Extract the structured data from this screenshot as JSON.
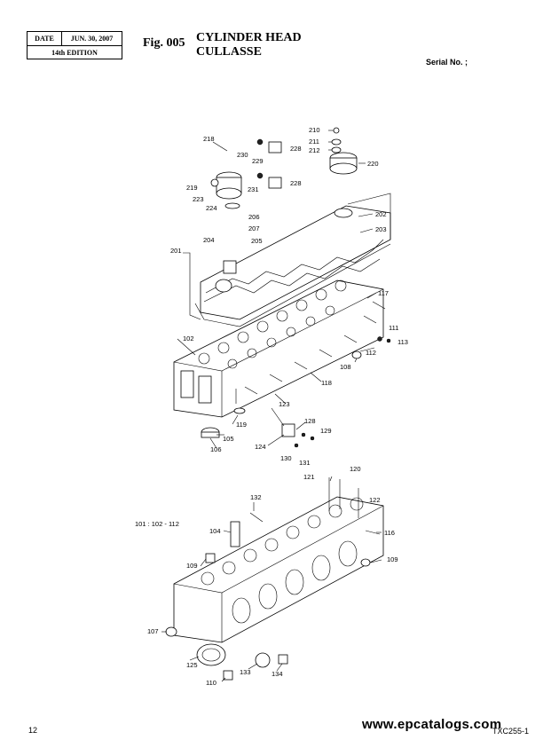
{
  "header": {
    "date_label": "DATE",
    "date_value": "JUN. 30, 2007",
    "edition": "14th EDITION"
  },
  "figure": {
    "number": "Fig. 005",
    "title_en": "CYLINDER HEAD",
    "title_fr": "CULLASSE"
  },
  "serial_label": "Serial No. ;",
  "page_number": "12",
  "watermark": "www.epcatalogs.com",
  "drawing_code": "TXC255-1",
  "callouts": {
    "c218": "218",
    "c210": "210",
    "c211": "211",
    "c212": "212",
    "c230": "230",
    "c229": "229",
    "c228a": "228",
    "c228b": "228",
    "c220": "220",
    "c219": "219",
    "c231": "231",
    "c223": "223",
    "c224": "224",
    "c206": "206",
    "c207": "207",
    "c202": "202",
    "c204": "204",
    "c205": "205",
    "c203": "203",
    "c201": "201",
    "c117": "117",
    "c111": "111",
    "c113": "113",
    "c102": "102",
    "c112": "112",
    "c108": "108",
    "c118": "118",
    "c123": "123",
    "c128": "128",
    "c119": "119",
    "c129": "129",
    "c105": "105",
    "c106": "106",
    "c124": "124",
    "c130": "130",
    "c131": "131",
    "c121": "121",
    "c120": "120",
    "c122": "122",
    "c132": "132",
    "c101": "101 : 102 - 112",
    "c104": "104",
    "c116": "116",
    "c109a": "109",
    "c109b": "109",
    "c107": "107",
    "c125": "125",
    "c133": "133",
    "c134": "134",
    "c110": "110"
  }
}
